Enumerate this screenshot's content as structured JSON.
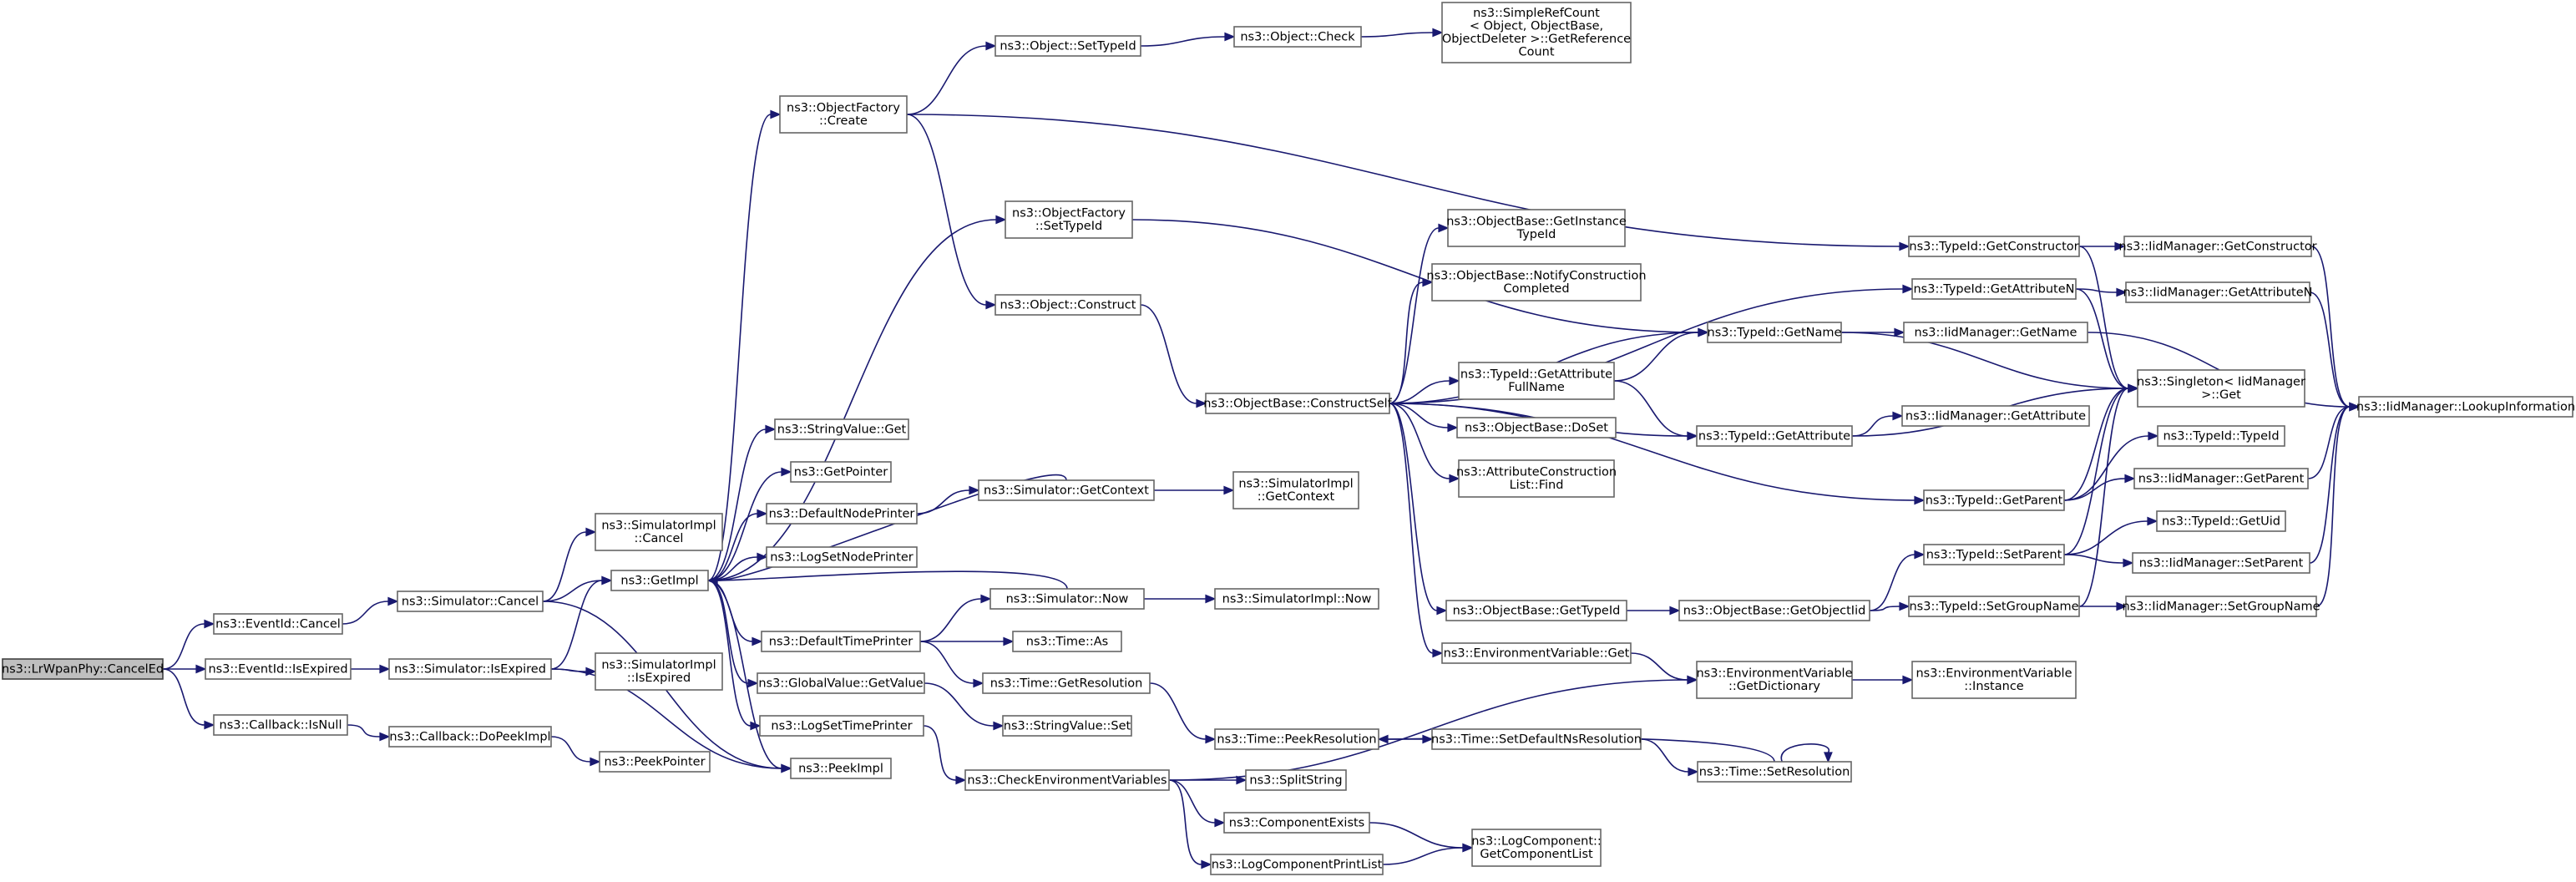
{
  "nodes": [
    {
      "id": "cancel_ed",
      "lines": [
        "ns3::LrWpanPhy::CancelEd"
      ],
      "root": true
    },
    {
      "id": "eventid_cancel",
      "lines": [
        "ns3::EventId::Cancel"
      ]
    },
    {
      "id": "eventid_isexpired",
      "lines": [
        "ns3::EventId::IsExpired"
      ]
    },
    {
      "id": "callback_isnull",
      "lines": [
        "ns3::Callback::IsNull"
      ]
    },
    {
      "id": "sim_cancel",
      "lines": [
        "ns3::Simulator::Cancel"
      ]
    },
    {
      "id": "sim_isexpired",
      "lines": [
        "ns3::Simulator::IsExpired"
      ]
    },
    {
      "id": "callback_dopeekimpl",
      "lines": [
        "ns3::Callback::DoPeekImpl"
      ]
    },
    {
      "id": "simimpl_cancel",
      "lines": [
        "ns3::SimulatorImpl",
        "::Cancel"
      ]
    },
    {
      "id": "getimpl",
      "lines": [
        "ns3::GetImpl"
      ]
    },
    {
      "id": "peekimpl",
      "lines": [
        "ns3::PeekImpl"
      ]
    },
    {
      "id": "simimpl_isexpired",
      "lines": [
        "ns3::SimulatorImpl",
        "::IsExpired"
      ]
    },
    {
      "id": "peekpointer",
      "lines": [
        "ns3::PeekPointer"
      ]
    },
    {
      "id": "objectfactory_create",
      "lines": [
        "ns3::ObjectFactory",
        "::Create"
      ]
    },
    {
      "id": "objectfactory_settypeid",
      "lines": [
        "ns3::ObjectFactory",
        "::SetTypeId"
      ]
    },
    {
      "id": "stringvalue_get",
      "lines": [
        "ns3::StringValue::Get"
      ]
    },
    {
      "id": "getpointer",
      "lines": [
        "ns3::GetPointer"
      ]
    },
    {
      "id": "defaultnodeprinter",
      "lines": [
        "ns3::DefaultNodePrinter"
      ]
    },
    {
      "id": "logsetnodeprinter",
      "lines": [
        "ns3::LogSetNodePrinter"
      ]
    },
    {
      "id": "defaulttimeprinter",
      "lines": [
        "ns3::DefaultTimePrinter"
      ]
    },
    {
      "id": "globalvalue_getvalue",
      "lines": [
        "ns3::GlobalValue::GetValue"
      ]
    },
    {
      "id": "logsettimeprinter",
      "lines": [
        "ns3::LogSetTimePrinter"
      ]
    },
    {
      "id": "object_settypeid",
      "lines": [
        "ns3::Object::SetTypeId"
      ]
    },
    {
      "id": "object_construct",
      "lines": [
        "ns3::Object::Construct"
      ]
    },
    {
      "id": "sim_getcontext",
      "lines": [
        "ns3::Simulator::GetContext"
      ]
    },
    {
      "id": "sim_now",
      "lines": [
        "ns3::Simulator::Now"
      ]
    },
    {
      "id": "time_as",
      "lines": [
        "ns3::Time::As"
      ]
    },
    {
      "id": "time_getresolution",
      "lines": [
        "ns3::Time::GetResolution"
      ]
    },
    {
      "id": "stringvalue_set",
      "lines": [
        "ns3::StringValue::Set"
      ]
    },
    {
      "id": "checkenvvars",
      "lines": [
        "ns3::CheckEnvironmentVariables"
      ]
    },
    {
      "id": "object_check",
      "lines": [
        "ns3::Object::Check"
      ]
    },
    {
      "id": "objbase_constructself",
      "lines": [
        "ns3::ObjectBase::ConstructSelf"
      ]
    },
    {
      "id": "simimpl_getcontext",
      "lines": [
        "ns3::SimulatorImpl",
        "::GetContext"
      ]
    },
    {
      "id": "simimpl_now",
      "lines": [
        "ns3::SimulatorImpl::Now"
      ]
    },
    {
      "id": "time_peekresolution",
      "lines": [
        "ns3::Time::PeekResolution"
      ]
    },
    {
      "id": "splitstring",
      "lines": [
        "ns3::SplitString"
      ]
    },
    {
      "id": "componentexists",
      "lines": [
        "ns3::ComponentExists"
      ]
    },
    {
      "id": "logcomponentprintlist",
      "lines": [
        "ns3::LogComponentPrintList"
      ]
    },
    {
      "id": "simplerefcount",
      "lines": [
        "ns3::SimpleRefCount",
        "< Object, ObjectBase,",
        "ObjectDeleter >::GetReference",
        "Count"
      ]
    },
    {
      "id": "objbase_getinstancetypeid",
      "lines": [
        "ns3::ObjectBase::GetInstance",
        "TypeId"
      ]
    },
    {
      "id": "objbase_notifyconstruction",
      "lines": [
        "ns3::ObjectBase::NotifyConstruction",
        "Completed"
      ]
    },
    {
      "id": "typeid_getattributefullname",
      "lines": [
        "ns3::TypeId::GetAttribute",
        "FullName"
      ]
    },
    {
      "id": "objbase_doset",
      "lines": [
        "ns3::ObjectBase::DoSet"
      ]
    },
    {
      "id": "attrconstructionlist_find",
      "lines": [
        "ns3::AttributeConstruction",
        "List::Find"
      ]
    },
    {
      "id": "objbase_gettypeid",
      "lines": [
        "ns3::ObjectBase::GetTypeId"
      ]
    },
    {
      "id": "envvar_get",
      "lines": [
        "ns3::EnvironmentVariable::Get"
      ]
    },
    {
      "id": "time_setdefaultnsresolution",
      "lines": [
        "ns3::Time::SetDefaultNsResolution"
      ]
    },
    {
      "id": "logcomponent_getcomponentlist",
      "lines": [
        "ns3::LogComponent::",
        "GetComponentList"
      ]
    },
    {
      "id": "typeid_getname",
      "lines": [
        "ns3::TypeId::GetName"
      ]
    },
    {
      "id": "typeid_getattribute",
      "lines": [
        "ns3::TypeId::GetAttribute"
      ]
    },
    {
      "id": "objbase_getobjectiid",
      "lines": [
        "ns3::ObjectBase::GetObjectIid"
      ]
    },
    {
      "id": "envvar_getdictionary",
      "lines": [
        "ns3::EnvironmentVariable",
        "::GetDictionary"
      ]
    },
    {
      "id": "time_setresolution",
      "lines": [
        "ns3::Time::SetResolution"
      ]
    },
    {
      "id": "iidmanager_getattribute",
      "lines": [
        "ns3::IidManager::GetAttribute"
      ]
    },
    {
      "id": "envvar_instance",
      "lines": [
        "ns3::EnvironmentVariable",
        "::Instance"
      ]
    },
    {
      "id": "typeid_getconstructor",
      "lines": [
        "ns3::TypeId::GetConstructor"
      ]
    },
    {
      "id": "typeid_getattributen",
      "lines": [
        "ns3::TypeId::GetAttributeN"
      ]
    },
    {
      "id": "typeid_getparent",
      "lines": [
        "ns3::TypeId::GetParent"
      ]
    },
    {
      "id": "typeid_setparent",
      "lines": [
        "ns3::TypeId::SetParent"
      ]
    },
    {
      "id": "typeid_setgroupname",
      "lines": [
        "ns3::TypeId::SetGroupName"
      ]
    },
    {
      "id": "iidmanager_getconstructor",
      "lines": [
        "ns3::IidManager::GetConstructor"
      ]
    },
    {
      "id": "iidmanager_getattributen",
      "lines": [
        "ns3::IidManager::GetAttributeN"
      ]
    },
    {
      "id": "iidmanager_getname",
      "lines": [
        "ns3::IidManager::GetName"
      ]
    },
    {
      "id": "singleton_get",
      "lines": [
        "ns3::Singleton< IidManager",
        " >::Get"
      ]
    },
    {
      "id": "typeid_typeid",
      "lines": [
        "ns3::TypeId::TypeId"
      ]
    },
    {
      "id": "iidmanager_getparent",
      "lines": [
        "ns3::IidManager::GetParent"
      ]
    },
    {
      "id": "typeid_getuid",
      "lines": [
        "ns3::TypeId::GetUid"
      ]
    },
    {
      "id": "iidmanager_setparent",
      "lines": [
        "ns3::IidManager::SetParent"
      ]
    },
    {
      "id": "iidmanager_setgroupname",
      "lines": [
        "ns3::IidManager::SetGroupName"
      ]
    },
    {
      "id": "iidmanager_lookupinformation",
      "lines": [
        "ns3::IidManager::LookupInformation"
      ]
    }
  ],
  "edges": [
    [
      "cancel_ed",
      "eventid_cancel"
    ],
    [
      "cancel_ed",
      "eventid_isexpired"
    ],
    [
      "cancel_ed",
      "callback_isnull"
    ],
    [
      "eventid_cancel",
      "sim_cancel"
    ],
    [
      "eventid_isexpired",
      "sim_isexpired"
    ],
    [
      "callback_isnull",
      "callback_dopeekimpl"
    ],
    [
      "sim_cancel",
      "simimpl_cancel"
    ],
    [
      "sim_cancel",
      "getimpl"
    ],
    [
      "sim_cancel",
      "peekimpl"
    ],
    [
      "sim_isexpired",
      "getimpl"
    ],
    [
      "sim_isexpired",
      "simimpl_isexpired"
    ],
    [
      "sim_isexpired",
      "peekimpl"
    ],
    [
      "callback_dopeekimpl",
      "peekpointer"
    ],
    [
      "getimpl",
      "objectfactory_create"
    ],
    [
      "getimpl",
      "objectfactory_settypeid"
    ],
    [
      "getimpl",
      "stringvalue_get"
    ],
    [
      "getimpl",
      "getpointer"
    ],
    [
      "getimpl",
      "defaultnodeprinter"
    ],
    [
      "getimpl",
      "logsetnodeprinter"
    ],
    [
      "getimpl",
      "defaulttimeprinter"
    ],
    [
      "getimpl",
      "globalvalue_getvalue"
    ],
    [
      "getimpl",
      "logsettimeprinter"
    ],
    [
      "getimpl",
      "peekimpl"
    ],
    [
      "objectfactory_create",
      "object_settypeid"
    ],
    [
      "objectfactory_create",
      "object_construct"
    ],
    [
      "objectfactory_create",
      "typeid_getconstructor"
    ],
    [
      "objectfactory_settypeid",
      "typeid_getname"
    ],
    [
      "object_settypeid",
      "object_check"
    ],
    [
      "object_check",
      "simplerefcount"
    ],
    [
      "object_construct",
      "objbase_constructself"
    ],
    [
      "defaultnodeprinter",
      "sim_getcontext"
    ],
    [
      "sim_getcontext",
      "getimpl"
    ],
    [
      "sim_getcontext",
      "simimpl_getcontext"
    ],
    [
      "defaulttimeprinter",
      "sim_now"
    ],
    [
      "defaulttimeprinter",
      "time_as"
    ],
    [
      "defaulttimeprinter",
      "time_getresolution"
    ],
    [
      "sim_now",
      "getimpl"
    ],
    [
      "sim_now",
      "simimpl_now"
    ],
    [
      "globalvalue_getvalue",
      "stringvalue_set"
    ],
    [
      "logsettimeprinter",
      "checkenvvars"
    ],
    [
      "time_getresolution",
      "time_peekresolution"
    ],
    [
      "checkenvvars",
      "envvar_getdictionary"
    ],
    [
      "checkenvvars",
      "splitstring"
    ],
    [
      "checkenvvars",
      "componentexists"
    ],
    [
      "checkenvvars",
      "logcomponentprintlist"
    ],
    [
      "componentexists",
      "logcomponent_getcomponentlist"
    ],
    [
      "logcomponentprintlist",
      "logcomponent_getcomponentlist"
    ],
    [
      "objbase_constructself",
      "objbase_getinstancetypeid"
    ],
    [
      "objbase_constructself",
      "objbase_notifyconstruction"
    ],
    [
      "objbase_constructself",
      "typeid_getname"
    ],
    [
      "objbase_constructself",
      "typeid_getattributefullname"
    ],
    [
      "objbase_constructself",
      "objbase_doset"
    ],
    [
      "objbase_constructself",
      "attrconstructionlist_find"
    ],
    [
      "objbase_constructself",
      "objbase_gettypeid"
    ],
    [
      "objbase_constructself",
      "envvar_get"
    ],
    [
      "objbase_constructself",
      "typeid_getattribute"
    ],
    [
      "objbase_constructself",
      "typeid_getparent"
    ],
    [
      "objbase_constructself",
      "typeid_getattributen"
    ],
    [
      "typeid_getattributefullname",
      "typeid_getname"
    ],
    [
      "typeid_getattributefullname",
      "typeid_getattribute"
    ],
    [
      "objbase_gettypeid",
      "objbase_getobjectiid"
    ],
    [
      "objbase_getobjectiid",
      "typeid_setparent"
    ],
    [
      "objbase_getobjectiid",
      "typeid_setgroupname"
    ],
    [
      "envvar_get",
      "envvar_getdictionary"
    ],
    [
      "envvar_getdictionary",
      "envvar_instance"
    ],
    [
      "time_peekresolution",
      "time_setdefaultnsresolution"
    ],
    [
      "time_setdefaultnsresolution",
      "time_setresolution"
    ],
    [
      "time_setresolution",
      "time_peekresolution"
    ],
    [
      "time_setresolution",
      "time_setresolution"
    ],
    [
      "typeid_getname",
      "iidmanager_getname"
    ],
    [
      "typeid_getname",
      "singleton_get"
    ],
    [
      "typeid_getattribute",
      "iidmanager_getattribute"
    ],
    [
      "typeid_getattribute",
      "singleton_get"
    ],
    [
      "typeid_getconstructor",
      "iidmanager_getconstructor"
    ],
    [
      "typeid_getconstructor",
      "singleton_get"
    ],
    [
      "typeid_getattributen",
      "iidmanager_getattributen"
    ],
    [
      "typeid_getattributen",
      "singleton_get"
    ],
    [
      "typeid_getparent",
      "typeid_typeid"
    ],
    [
      "typeid_getparent",
      "iidmanager_getparent"
    ],
    [
      "typeid_getparent",
      "singleton_get"
    ],
    [
      "typeid_setparent",
      "typeid_getuid"
    ],
    [
      "typeid_setparent",
      "iidmanager_setparent"
    ],
    [
      "typeid_setparent",
      "singleton_get"
    ],
    [
      "typeid_setgroupname",
      "iidmanager_setgroupname"
    ],
    [
      "typeid_setgroupname",
      "singleton_get"
    ],
    [
      "iidmanager_getconstructor",
      "iidmanager_lookupinformation"
    ],
    [
      "iidmanager_getattributen",
      "iidmanager_lookupinformation"
    ],
    [
      "iidmanager_getname",
      "iidmanager_lookupinformation"
    ],
    [
      "iidmanager_getparent",
      "iidmanager_lookupinformation"
    ],
    [
      "iidmanager_setparent",
      "iidmanager_lookupinformation"
    ],
    [
      "iidmanager_setgroupname",
      "iidmanager_lookupinformation"
    ]
  ]
}
